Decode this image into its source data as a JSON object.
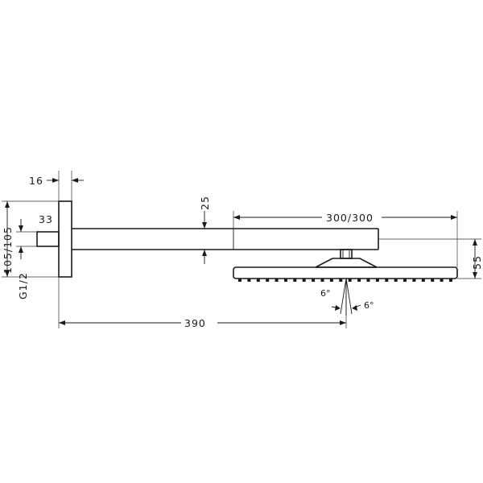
{
  "dimensions": {
    "wall_plate_thickness": "16",
    "pipe_diameter": "33",
    "plate_size": "105/105",
    "thread": "G1/2",
    "arm_height": "25",
    "head_size": "300/300",
    "head_height": "55",
    "arm_length": "390",
    "tilt_left": "6°",
    "tilt_right": "6°"
  },
  "style": {
    "line_color": "#1a1a1a",
    "background": "#ffffff"
  }
}
